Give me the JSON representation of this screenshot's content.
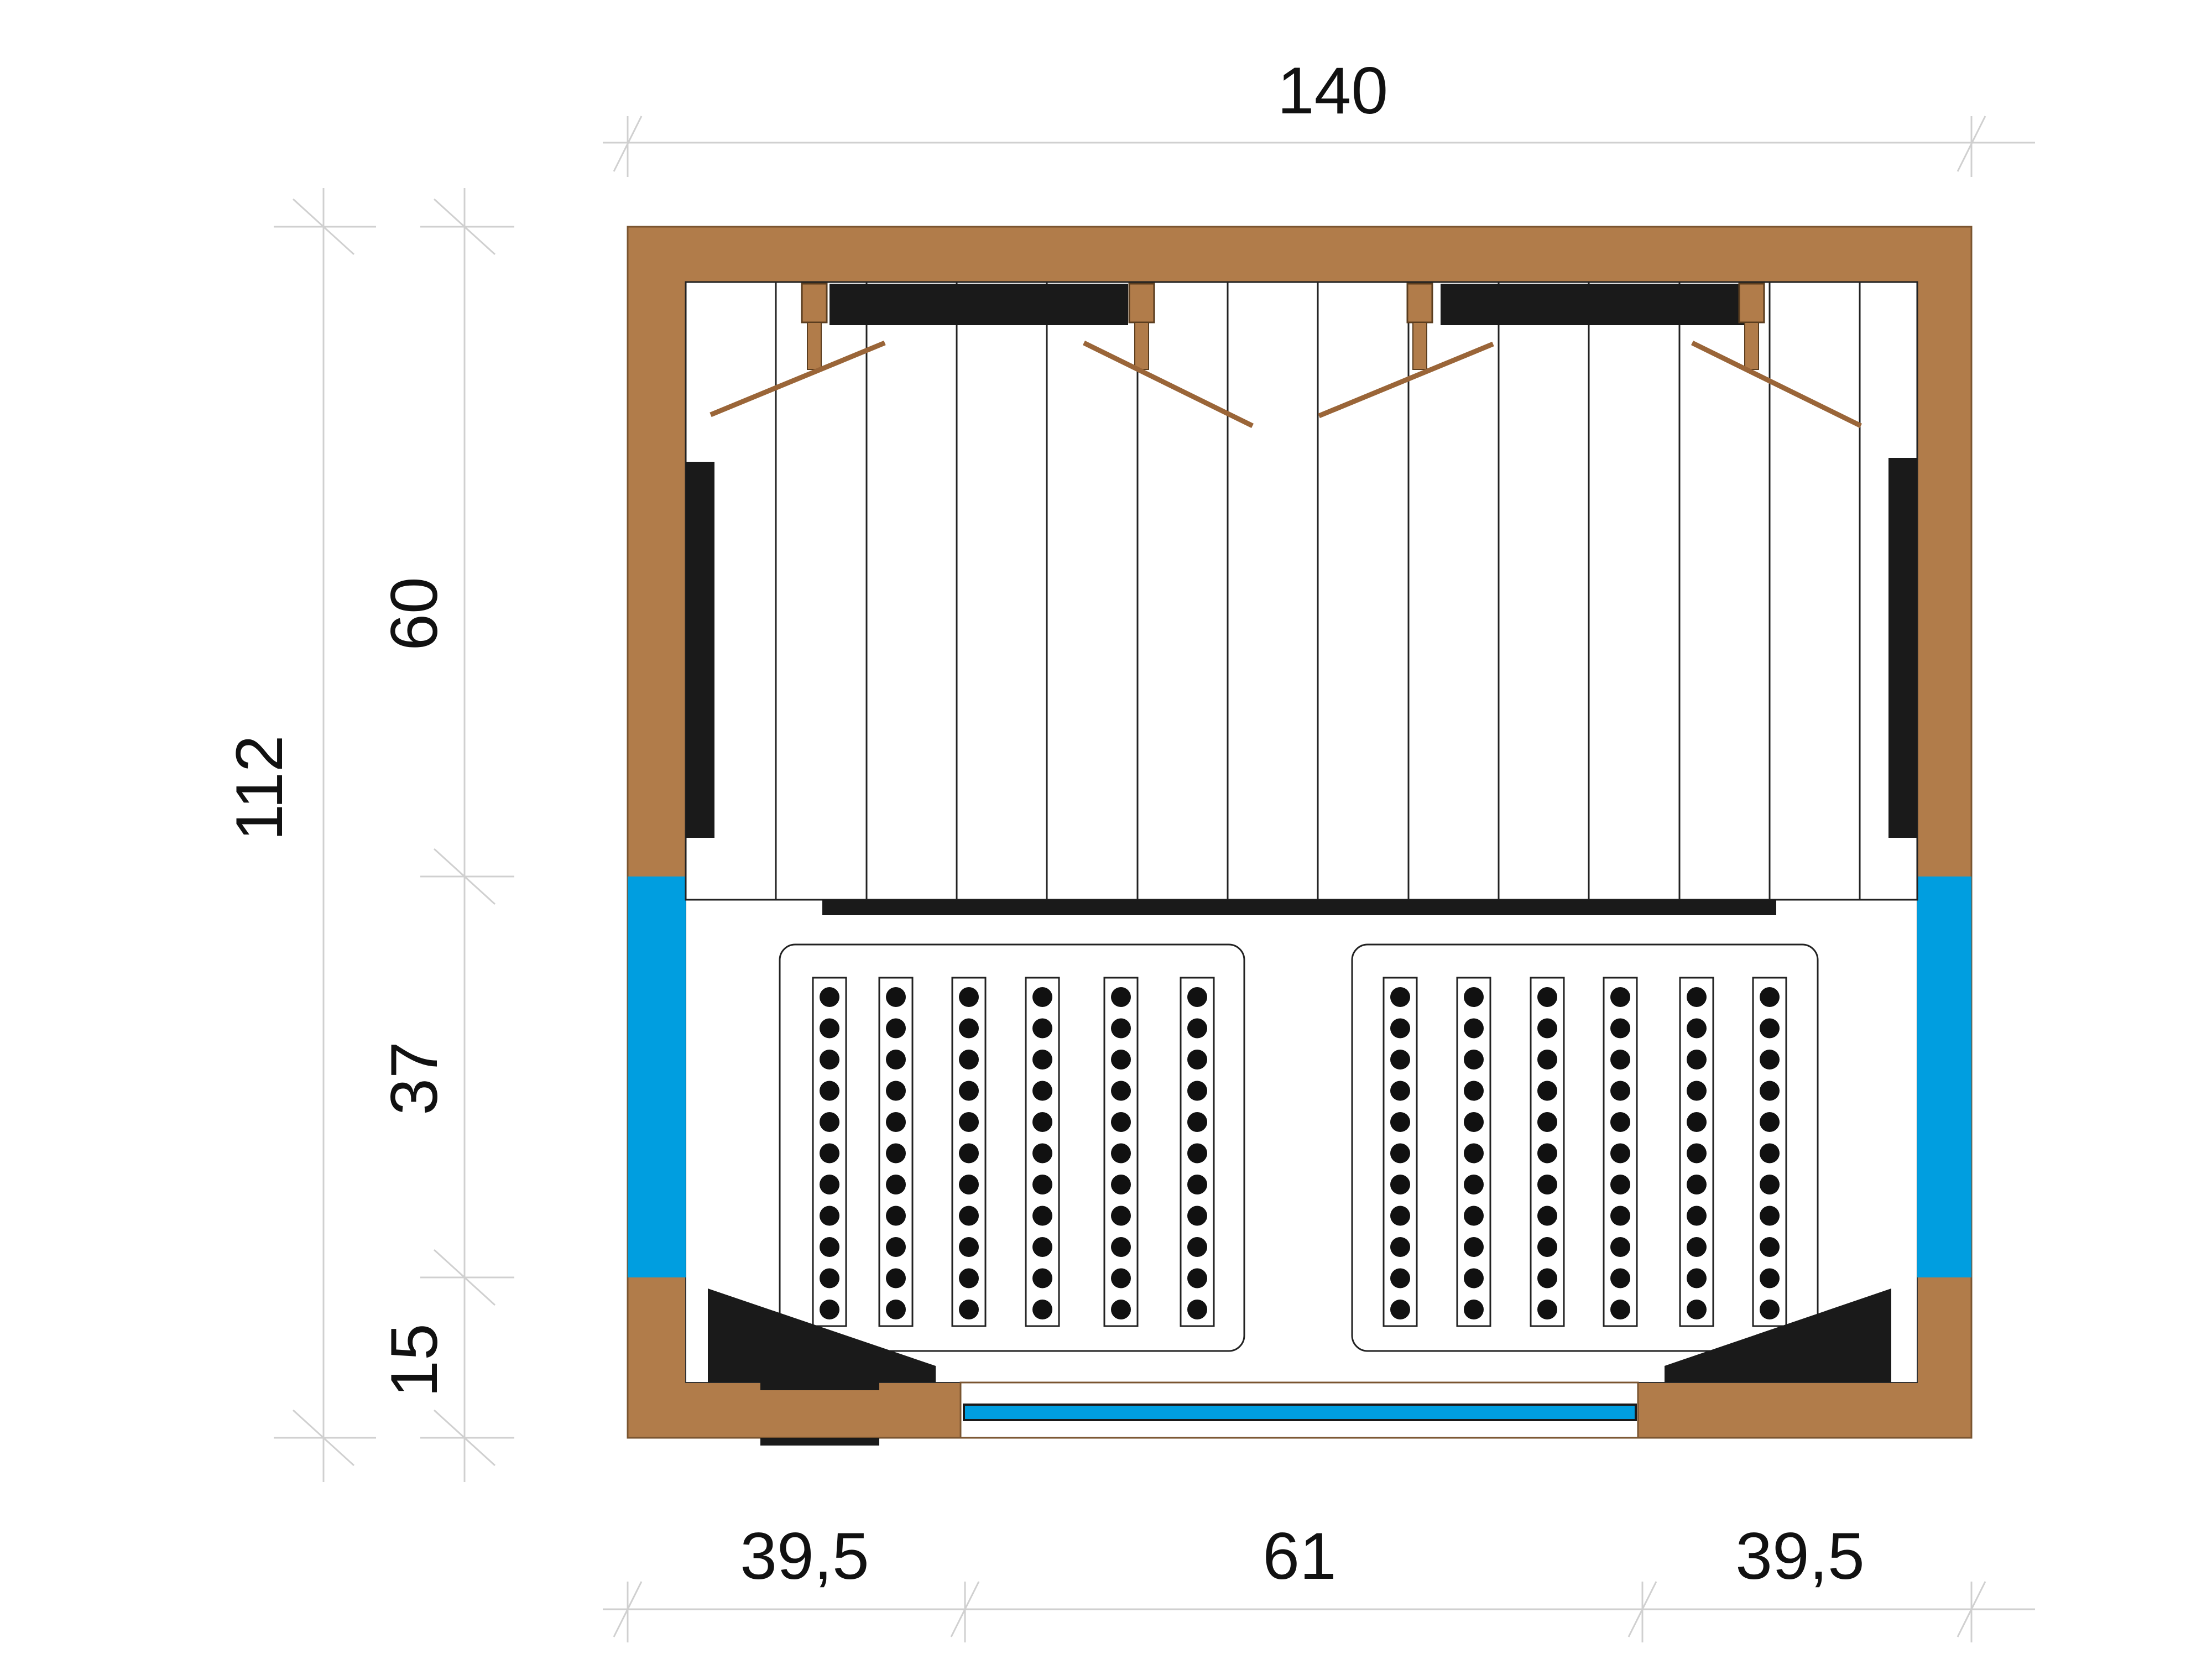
{
  "dimensions": {
    "total_width": "140",
    "total_depth": "112",
    "upper_depth": "60",
    "middle_depth": "37",
    "lower_depth": "15",
    "left_width": "39,5",
    "door_width": "61",
    "right_width": "39,5"
  },
  "colors": {
    "wood": "#b17c4a",
    "glass": "#009ee0",
    "heater": "#1a1a1a",
    "background": "#ffffff",
    "line": "#222222"
  }
}
